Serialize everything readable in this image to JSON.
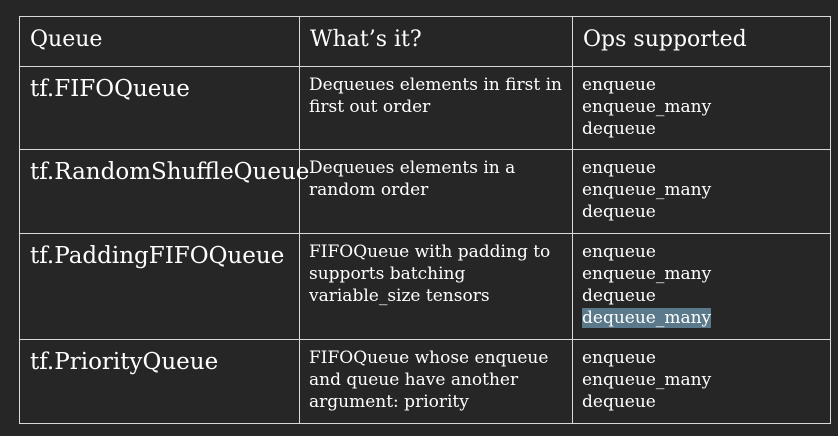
{
  "headers": {
    "col1": "Queue",
    "col2": "What’s it?",
    "col3": "Ops supported"
  },
  "rows": [
    {
      "name": "tf.FIFOQueue",
      "desc": [
        "Dequeues elements in first in",
        "first out order"
      ],
      "ops": [
        "enqueue",
        "enqueue_many",
        "dequeue"
      ]
    },
    {
      "name": "tf.RandomShuffleQueue",
      "desc": [
        "Dequeues elements in a",
        "random order"
      ],
      "ops": [
        "enqueue",
        "enqueue_many",
        "dequeue"
      ]
    },
    {
      "name": "tf.PaddingFIFOQueue",
      "desc": [
        "FIFOQueue with padding to",
        "supports batching",
        "variable_size tensors"
      ],
      "ops": [
        "enqueue",
        "enqueue_many",
        "dequeue",
        "dequeue_many"
      ]
    },
    {
      "name": "tf.PriorityQueue",
      "desc": [
        "FIFOQueue whose enqueue",
        "and queue have another",
        "argument: priority"
      ],
      "ops": [
        "enqueue",
        "enqueue_many",
        "dequeue"
      ]
    }
  ],
  "colors": {
    "background": "#262626",
    "border": "#d9d9d9",
    "text": "#ffffff",
    "selection": "#5a7a8c"
  }
}
